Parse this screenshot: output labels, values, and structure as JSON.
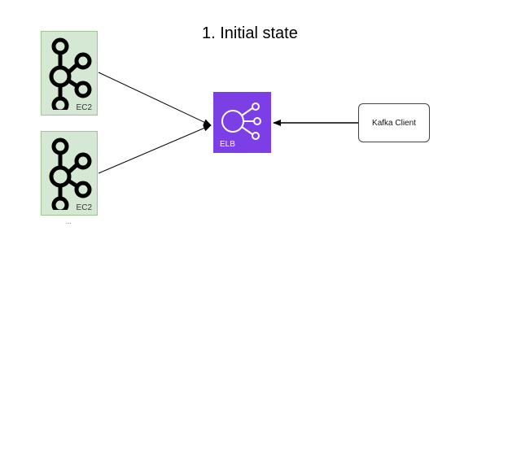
{
  "title": "1. Initial state",
  "nodes": {
    "ec2_top": {
      "label": "EC2",
      "icon": "kafka-broker-icon"
    },
    "ec2_bottom": {
      "label": "EC2",
      "icon": "kafka-broker-icon"
    },
    "elb": {
      "label": "ELB",
      "icon": "load-balancer-icon"
    },
    "client": {
      "label": "Kafka Client"
    }
  },
  "continuation_marker": "...",
  "colors": {
    "ec2_fill": "#d5e8d4",
    "ec2_border": "#9fc58f",
    "elb_fill": "#7d3ee8",
    "edge": "#000000"
  }
}
